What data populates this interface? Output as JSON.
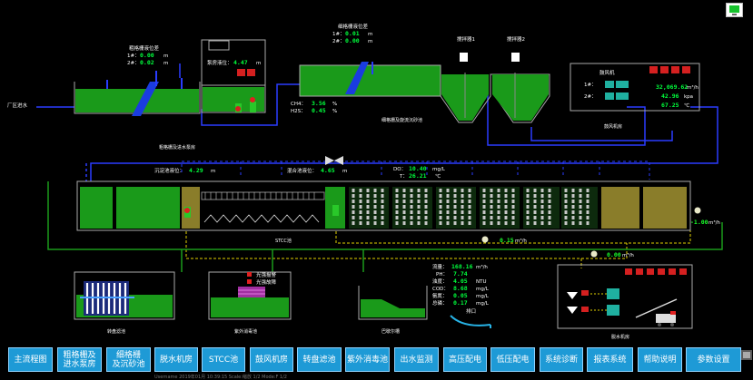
{
  "colors": {
    "water": "#1a9a1a",
    "pipe": "#2a3cff",
    "value": "#00ff3c",
    "button": "#1e9ad6"
  },
  "labels": {
    "inlet": "厂区进水",
    "coarse_level_title": "粗格栅液位差",
    "coarse_1": "1#：",
    "coarse_1_val": "0.00",
    "coarse_1_unit": "m",
    "coarse_2": "2#：",
    "coarse_2_val": "0.02",
    "coarse_2_unit": "m",
    "pump_level": "泵房液位：",
    "pump_level_val": "4.47",
    "pump_level_unit": "m",
    "coarse_section": "粗格栅及进水泵房",
    "fine_level_title": "细格栅液位差",
    "fine_1": "1#：",
    "fine_1_val": "0.01",
    "fine_1_unit": "m",
    "fine_2": "2#：",
    "fine_2_val": "0.00",
    "fine_2_unit": "m",
    "ch4": "CH4：",
    "ch4_val": "3.56",
    "ch4_unit": "%",
    "h2s": "H2S：",
    "h2s_val": "0.45",
    "h2s_unit": "%",
    "fine_section": "细格栅及旋流沉砂池",
    "mixer1": "搅拌器1",
    "mixer2": "搅拌器2",
    "blower": "鼓风机",
    "blower_1": "1#：",
    "blower_2": "2#：",
    "blower_flow": "32,069.62",
    "blower_flow_unit": "m³/h",
    "blower_pressure": "42.96",
    "blower_pressure_unit": "kpa",
    "blower_temp": "67.25",
    "blower_temp_unit": "℃",
    "blower_section": "鼓风机房",
    "settle_level": "沉淀池液位：",
    "settle_level_val": "4.29",
    "settle_level_unit": "m",
    "mix_level": "混合池液位：",
    "mix_level_val": "4.65",
    "mix_level_unit": "m",
    "do": "DO：",
    "do_val": "10.40",
    "do_unit": "mg/L",
    "temp": "T：",
    "temp_val": "26.21",
    "temp_unit": "℃",
    "stcc_section": "STCC池",
    "flow_left": "-1.00",
    "flow_left_unit": "m³/h",
    "flow_mid": "0.15",
    "flow_mid_unit": "m³/h",
    "flow_top": "0.00",
    "flow_top_unit": "m³/h",
    "filter_section": "转盘滤池",
    "uv_alarm1": "光强报警",
    "uv_alarm2": "光强故障",
    "uv_section": "紫外消毒池",
    "outlet_section": "巴歇尔槽",
    "outlet_pipe": "排口",
    "dewater_section": "脱水机房",
    "q_flow": "流量：",
    "q_flow_val": "168.16",
    "q_flow_unit": "m³/h",
    "q_ph": "PH：",
    "q_ph_val": "7.74",
    "q_turb": "浊度：",
    "q_turb_val": "4.05",
    "q_turb_unit": "NTU",
    "q_cod": "COD：",
    "q_cod_val": "8.68",
    "q_cod_unit": "mg/L",
    "q_nh": "氨氮：",
    "q_nh_val": "0.05",
    "q_nh_unit": "mg/L",
    "q_tp": "总磷：",
    "q_tp_val": "0.17",
    "q_tp_unit": "mg/L"
  },
  "nav": [
    "主流程图",
    "粗格栅及\n进水泵房",
    "细格栅\n及沉砂池",
    "脱水机房",
    "STCC池",
    "鼓风机房",
    "转盘滤池",
    "紫外消毒池",
    "出水监测",
    "高压配电",
    "低压配电",
    "系统诊断",
    "报表系统",
    "帮助说明",
    "参数设置"
  ],
  "status_text": "Username  2019年01月 10:39:15      Scale:缩放 1/2  Mode:F 1/2"
}
